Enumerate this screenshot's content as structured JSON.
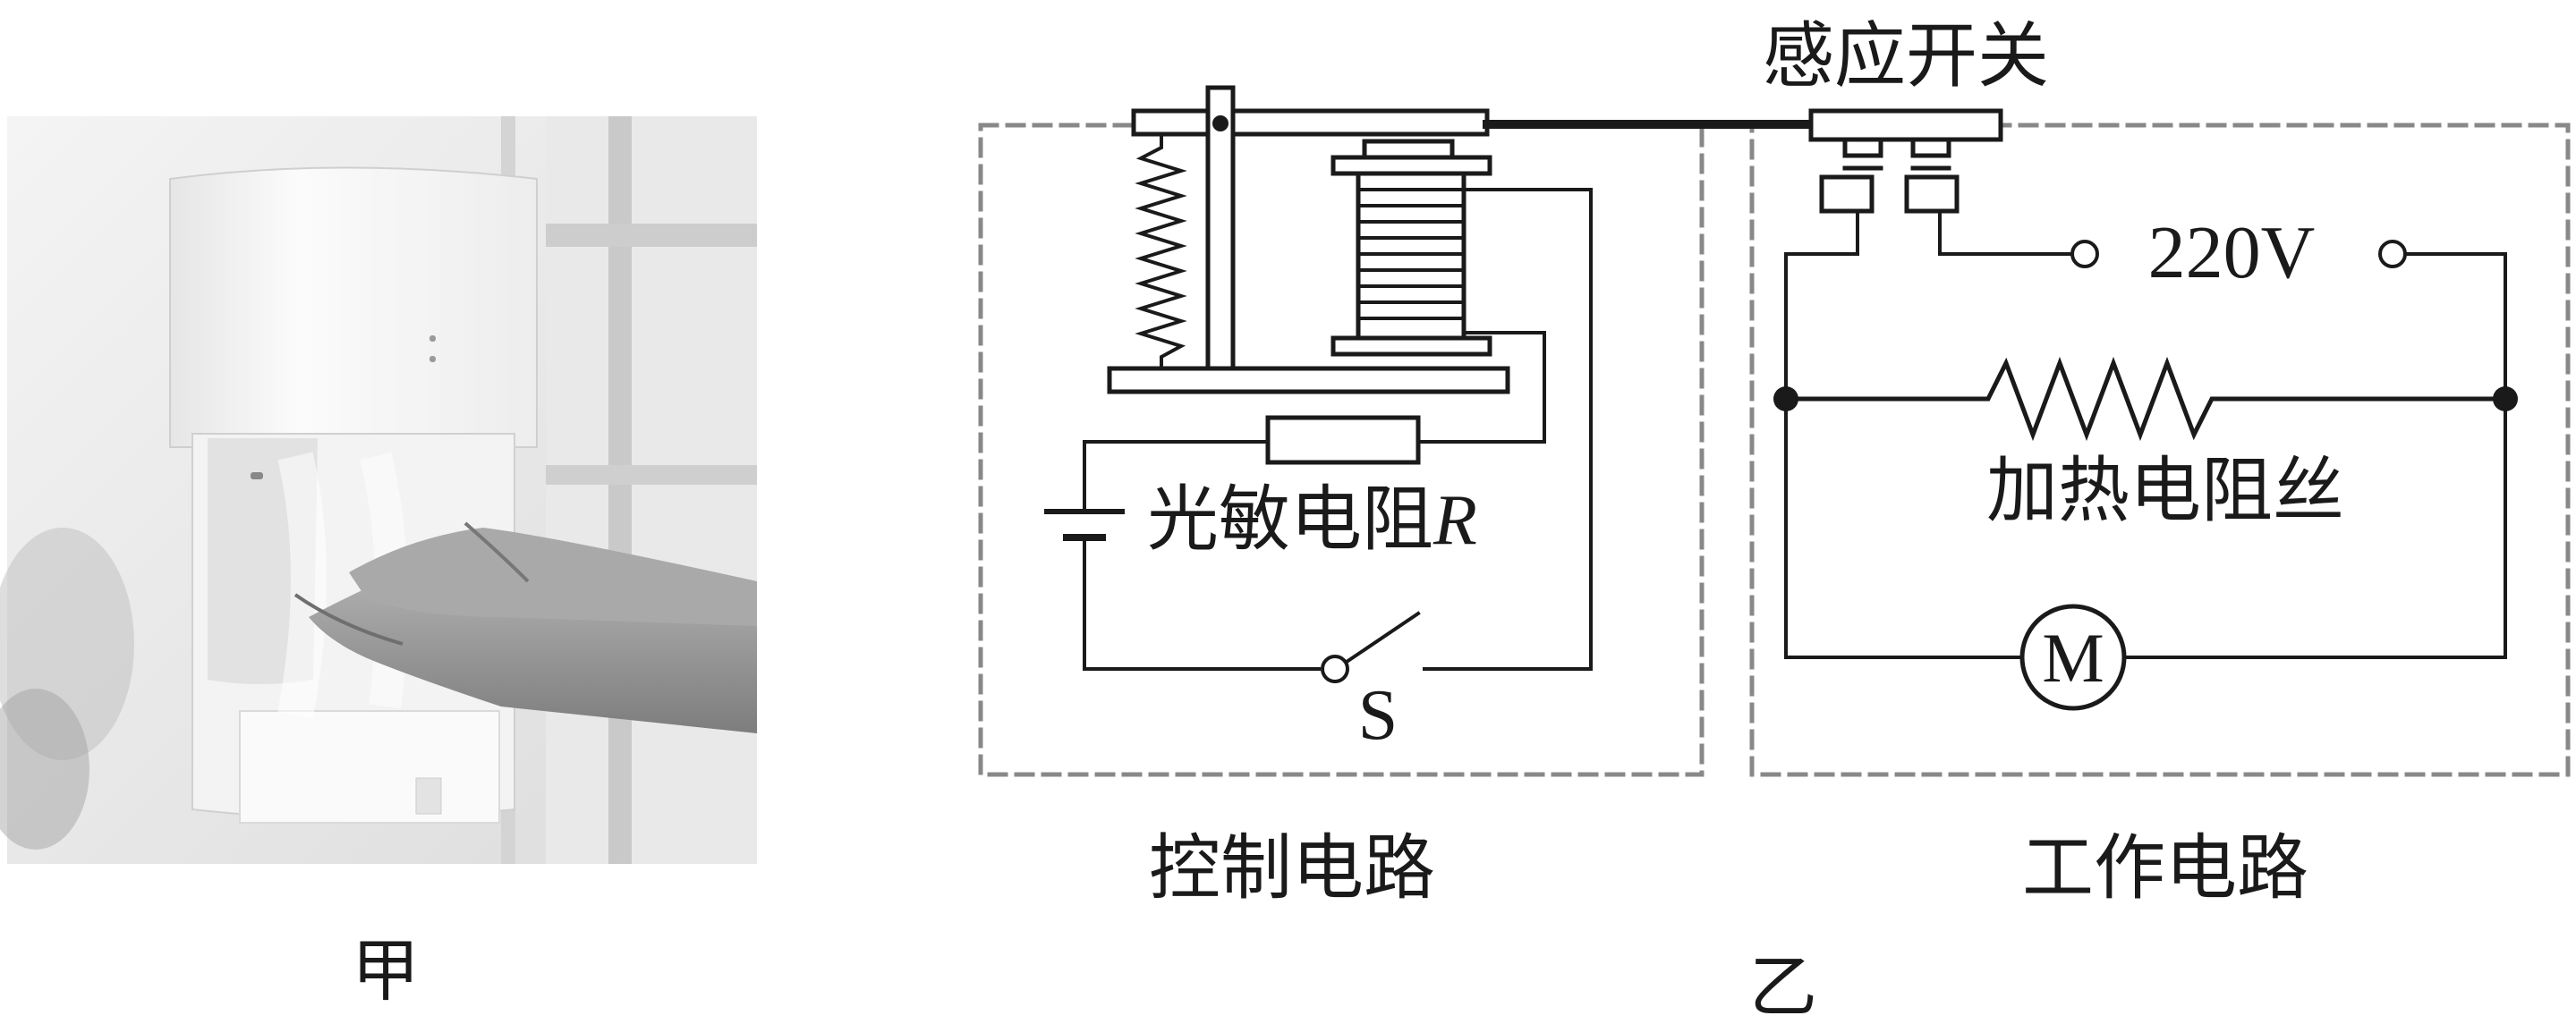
{
  "photo": {
    "caption": "甲"
  },
  "diagram": {
    "caption": "乙",
    "control_circuit_label": "控制电路",
    "work_circuit_label": "工作电路",
    "sensor_switch_label": "感应开关",
    "photoresistor_label": "光敏电阻",
    "photoresistor_symbol": "R",
    "switch_label": "S",
    "voltage_label": "220V",
    "heater_label": "加热电阻丝",
    "motor_label": "M"
  }
}
